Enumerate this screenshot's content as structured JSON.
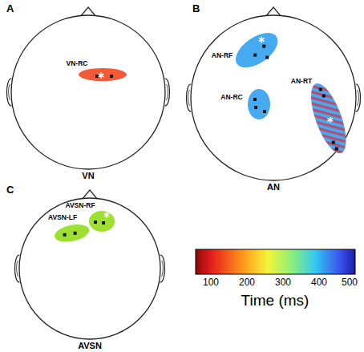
{
  "diagram": {
    "nodes": [
      {
        "text": [
          "VN"
        ]
      },
      {
        "text": [
          "VN-RC"
        ],
        "in": 0
      },
      {
        "text": [
          "AN"
        ]
      },
      {
        "text": [
          "AN-RF"
        ],
        "in": 2
      },
      {
        "text": [
          "AN-RC"
        ],
        "in": 2
      },
      {
        "text": [
          "AN-RT"
        ],
        "in": 2
      },
      {
        "text": [
          "AVSN"
        ]
      },
      {
        "text": [
          "AVSN-RF"
        ],
        "in": 6
      },
      {
        "text": [
          "AVSN-LF"
        ],
        "in": 6
      }
    ],
    "labels": [
      "A",
      "B",
      "C",
      "100",
      "200",
      "300",
      "400",
      "500",
      "Time (ms)"
    ]
  }
}
